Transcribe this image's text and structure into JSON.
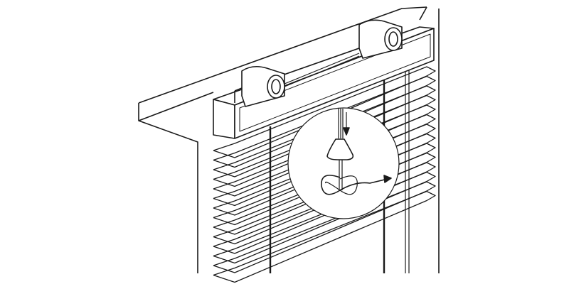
{
  "diagram": {
    "subject": "venetian-blind-headrail-installation",
    "line_color": "#1a1a1a",
    "background": "#ffffff",
    "slat_count": 14,
    "bracket_count": 2,
    "detail_callout": "cord-loop-pull"
  }
}
